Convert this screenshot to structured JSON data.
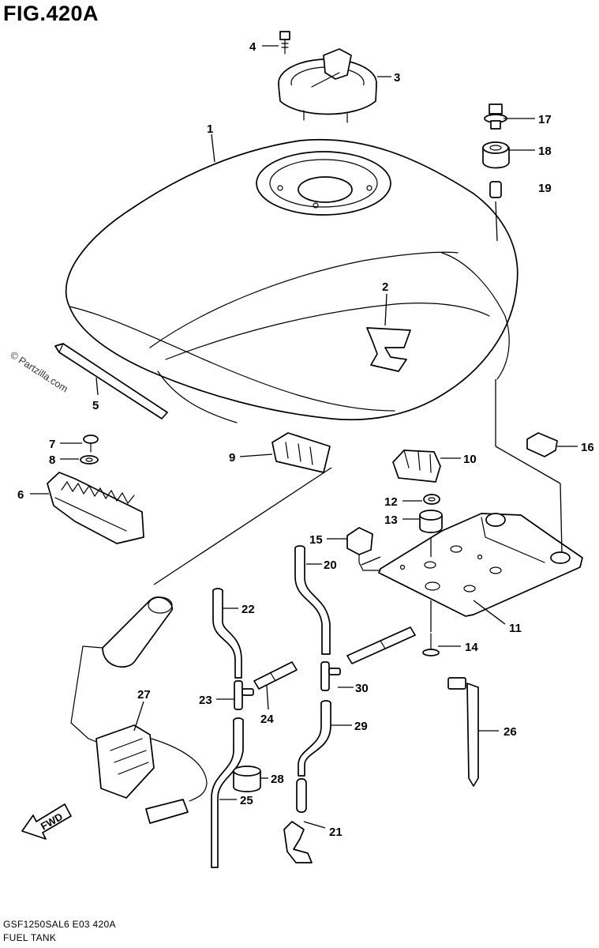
{
  "figure": {
    "title": "FIG.420A",
    "model_code": "GSF1250SAL6  E03  420A",
    "name": "FUEL TANK",
    "watermark": "© Partzilla.com",
    "direction_label": "FWD"
  },
  "callouts": [
    {
      "id": "1",
      "label": "1"
    },
    {
      "id": "2",
      "label": "2"
    },
    {
      "id": "3",
      "label": "3"
    },
    {
      "id": "4",
      "label": "4"
    },
    {
      "id": "5",
      "label": "5"
    },
    {
      "id": "6",
      "label": "6"
    },
    {
      "id": "7",
      "label": "7"
    },
    {
      "id": "8",
      "label": "8"
    },
    {
      "id": "9",
      "label": "9"
    },
    {
      "id": "10",
      "label": "10"
    },
    {
      "id": "11",
      "label": "11"
    },
    {
      "id": "12",
      "label": "12"
    },
    {
      "id": "13",
      "label": "13"
    },
    {
      "id": "14",
      "label": "14"
    },
    {
      "id": "15",
      "label": "15"
    },
    {
      "id": "16",
      "label": "16"
    },
    {
      "id": "17",
      "label": "17"
    },
    {
      "id": "18",
      "label": "18"
    },
    {
      "id": "19",
      "label": "19"
    },
    {
      "id": "20",
      "label": "20"
    },
    {
      "id": "21",
      "label": "21"
    },
    {
      "id": "22",
      "label": "22"
    },
    {
      "id": "23",
      "label": "23"
    },
    {
      "id": "24",
      "label": "24"
    },
    {
      "id": "25",
      "label": "25"
    },
    {
      "id": "26",
      "label": "26"
    },
    {
      "id": "27",
      "label": "27"
    },
    {
      "id": "28",
      "label": "28"
    },
    {
      "id": "29",
      "label": "29"
    },
    {
      "id": "30",
      "label": "30"
    }
  ]
}
